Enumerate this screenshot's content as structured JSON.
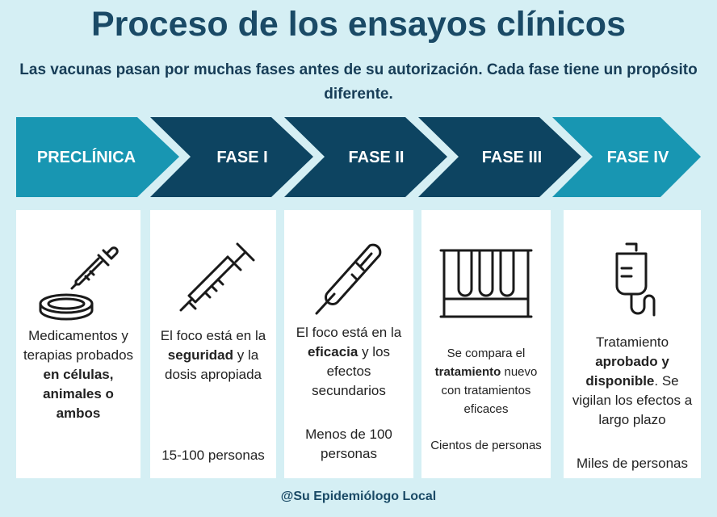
{
  "title": "Proceso de los ensayos clínicos",
  "subtitle": "Las vacunas pasan por muchas fases antes de su autorización. Cada fase tiene un propósito diferente.",
  "colors": {
    "background": "#d5eff4",
    "light_teal": "#1896b2",
    "dark_navy": "#0d4461",
    "title": "#1a4a66"
  },
  "phases": [
    {
      "label": "PRECLÍNICA",
      "icon": "petri-dish-dropper-icon",
      "desc_parts": [
        {
          "t": "Medicamentos y terapias probados ",
          "b": false
        },
        {
          "t": "en células, animales o ambos",
          "b": true
        }
      ],
      "count": ""
    },
    {
      "label": "FASE I",
      "icon": "syringe-icon",
      "desc_parts": [
        {
          "t": "El foco está en la ",
          "b": false
        },
        {
          "t": "seguridad",
          "b": true
        },
        {
          "t": " y la dosis apropiada",
          "b": false
        }
      ],
      "count": "15-100 personas"
    },
    {
      "label": "FASE II",
      "icon": "thermometer-icon",
      "desc_parts": [
        {
          "t": "El foco está en la ",
          "b": false
        },
        {
          "t": "eficacia",
          "b": true
        },
        {
          "t": " y los efectos secundarios",
          "b": false
        }
      ],
      "count": "Menos de 100 personas"
    },
    {
      "label": "FASE III",
      "icon": "test-tubes-icon",
      "desc_parts": [
        {
          "t": "Se compara el ",
          "b": false
        },
        {
          "t": "tratamiento",
          "b": true
        },
        {
          "t": " nuevo con tratamientos eficaces",
          "b": false
        }
      ],
      "count": "Cientos de personas"
    },
    {
      "label": "FASE IV",
      "icon": "iv-bag-icon",
      "desc_parts": [
        {
          "t": "Tratamiento ",
          "b": false
        },
        {
          "t": "aprobado y disponible",
          "b": true
        },
        {
          "t": ". Se vigilan los efectos a largo plazo",
          "b": false
        }
      ],
      "count": "Miles de personas"
    }
  ],
  "footer": "@Su Epidemiólogo Local"
}
